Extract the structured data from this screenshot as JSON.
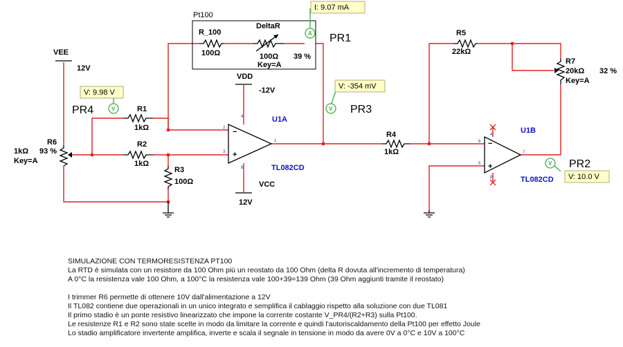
{
  "schematic": {
    "vee": {
      "label": "VEE",
      "value": "12V"
    },
    "vdd": {
      "label": "VDD",
      "value": "-12V"
    },
    "vcc": {
      "label": "VCC",
      "value": "12V"
    },
    "pt100_box": "Pt100",
    "r100": {
      "name": "R_100",
      "value": "100Ω"
    },
    "deltar": {
      "name": "DeltaR",
      "value": "100Ω",
      "percent": "39 %",
      "key": "Key=A"
    },
    "r1": {
      "name": "R1",
      "value": "1kΩ"
    },
    "r2": {
      "name": "R2",
      "value": "1kΩ"
    },
    "r3": {
      "name": "R3",
      "value": "100Ω"
    },
    "r4": {
      "name": "R4",
      "value": "1kΩ"
    },
    "r5": {
      "name": "R5",
      "value": "22kΩ"
    },
    "r6": {
      "name": "R6",
      "value": "1kΩ",
      "percent": "93 %",
      "key": "Key=A"
    },
    "r7": {
      "name": "R7",
      "value": "20kΩ",
      "percent": "32 %",
      "key": "Key=A"
    },
    "u1a": {
      "name": "U1A",
      "part": "TL082CD"
    },
    "u1b": {
      "name": "U1B",
      "part": "TL082CD"
    },
    "probes": {
      "pr1": {
        "name": "PR1",
        "reading": "I: 9.07 mA",
        "glyph": "A"
      },
      "pr2": {
        "name": "PR2",
        "reading": "V: 10.0 V",
        "glyph": "V"
      },
      "pr3": {
        "name": "PR3",
        "reading": "V: -354 mV",
        "glyph": "V"
      },
      "pr4": {
        "name": "PR4",
        "reading": "V: 9.98 V",
        "glyph": "V"
      }
    },
    "pins": {
      "u1a_in_minus": "2",
      "u1a_in_plus": "3",
      "u1a_out": "1",
      "u1a_vp": "4",
      "u1a_vm": "8",
      "u1b_in_minus": "6",
      "u1b_in_plus": "5",
      "u1b_out": "7",
      "u1b_vp": "4",
      "u1b_vm": "8"
    },
    "signs": {
      "minus": "−",
      "plus": "+"
    }
  },
  "notes": [
    "SIMULAZIONE CON TERMORESISTENZA PT100",
    "La RTD è simulata con un resistore da 100 Ohm più un reostato da 100 Ohm (delta R dovuta all'incremento di temperatura)",
    "A 0°C la resistenza vale 100 Ohm, a 100°C la resistenza vale 100+39=139 Ohm (39 Ohm aggiunti tramite il reostato)",
    "",
    "I trimmer R6 permette di ottenere 10V  dall'alimentazione a 12V",
    "Il TL082 contiene due operazionali in un unico integrato e semplifica il cablaggio rispetto alla soluzione con due TL081",
    "Il primo stadio è un ponte resistivo linearizzato che impone la corrente costante V_PR4/(R2+R3) sulla Pt100.",
    "Le resistenze R1 e R2 sono state scelte in modo da limitare la corrente e quindi l'autoriscaldamento della Pt100 per effetto Joule",
    "Lo stadio amplificatore invertente amplifica, inverte e scala il segnale in tensione in modo da avere 0V a 0°C e 10V a 100°C"
  ]
}
